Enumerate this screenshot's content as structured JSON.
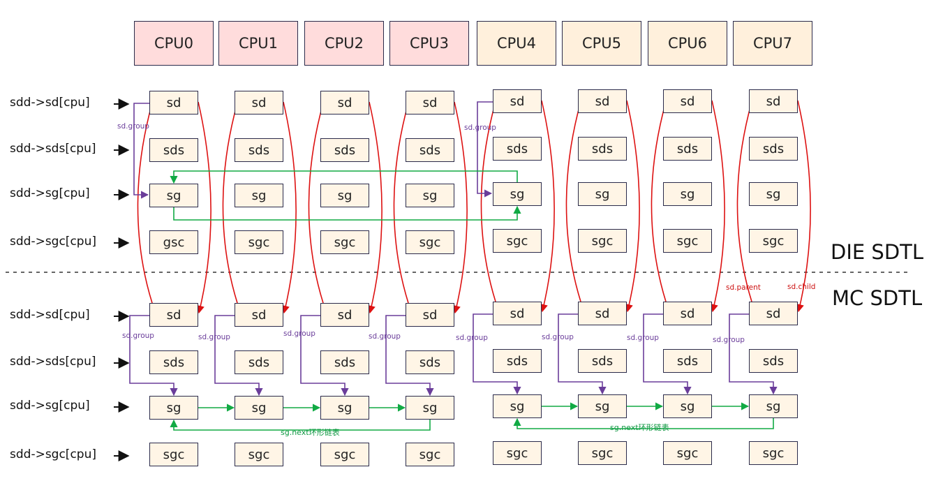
{
  "cpus": [
    "CPU0",
    "CPU1",
    "CPU2",
    "CPU3",
    "CPU4",
    "CPU5",
    "CPU6",
    "CPU7"
  ],
  "row_labels": [
    "sdd->sd[cpu]",
    "sdd->sds[cpu]",
    "sdd->sg[cpu]",
    "sdd->sgc[cpu]"
  ],
  "levels": {
    "die": {
      "name": "DIE SDTL",
      "rows": [
        [
          "sd",
          "sd",
          "sd",
          "sd",
          "sd",
          "sd",
          "sd",
          "sd"
        ],
        [
          "sds",
          "sds",
          "sds",
          "sds",
          "sds",
          "sds",
          "sds",
          "sds"
        ],
        [
          "sg",
          "sg",
          "sg",
          "sg",
          "sg",
          "sg",
          "sg",
          "sg"
        ],
        [
          "gsc",
          "sgc",
          "sgc",
          "sgc",
          "sgc",
          "sgc",
          "sgc",
          "sgc"
        ]
      ]
    },
    "mc": {
      "name": "MC SDTL",
      "rows": [
        [
          "sd",
          "sd",
          "sd",
          "sd",
          "sd",
          "sd",
          "sd",
          "sd"
        ],
        [
          "sds",
          "sds",
          "sds",
          "sds",
          "sds",
          "sds",
          "sds",
          "sds"
        ],
        [
          "sg",
          "sg",
          "sg",
          "sg",
          "sg",
          "sg",
          "sg",
          "sg"
        ],
        [
          "sgc",
          "sgc",
          "sgc",
          "sgc",
          "sgc",
          "sgc",
          "sgc",
          "sgc"
        ]
      ]
    }
  },
  "labels": {
    "sd_group": "sd.group",
    "sd_parent": "sd.parent",
    "sd_child": "sd.child",
    "sg_next": "sg.next环形链表"
  },
  "colors": {
    "cpu_group_a": "#ffdcdc",
    "cpu_group_b": "#fff0dc",
    "box_fill": "#fff5e6",
    "parent_child_arrow": "#dd1111",
    "group_arrow": "#6a3d9a",
    "next_arrow": "#11aa44"
  }
}
